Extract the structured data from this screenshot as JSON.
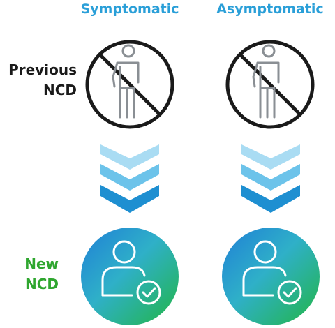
{
  "header": {
    "symptomatic": "Symptomatic",
    "asymptomatic": "Asymptomatic"
  },
  "rows": {
    "previous_line1": "Previous",
    "previous_line2": "NCD",
    "new_line1": "New",
    "new_line2": "NCD"
  },
  "icons": {
    "previous": "no-person-icon",
    "arrows": "triple-chevron-down-icon",
    "new": "person-check-icon"
  },
  "colors": {
    "header": "#2a9fd8",
    "previous_label": "#1a1a1a",
    "new_label": "#2fa62f",
    "chevron_light": "#a9dcf3",
    "chevron_mid": "#6cc3ea",
    "chevron_dark": "#1e8fd1",
    "gradient_blue": "#1f7fd6",
    "gradient_green": "#22b545"
  }
}
